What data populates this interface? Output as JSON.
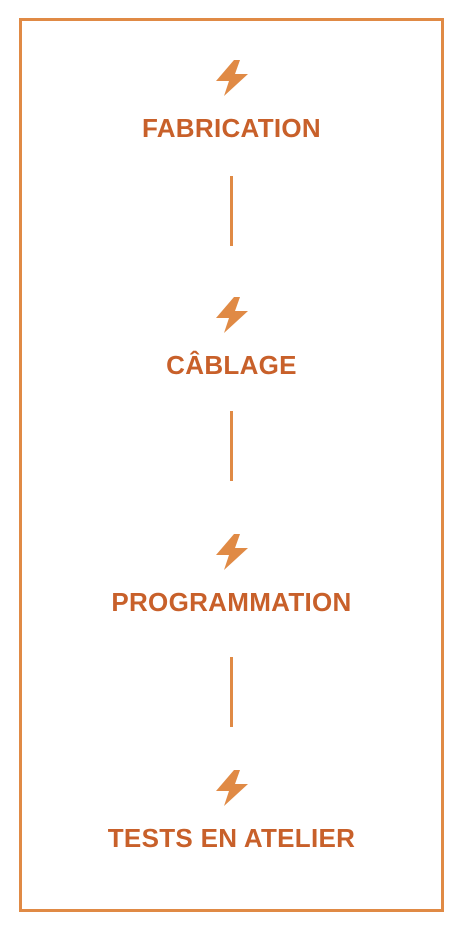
{
  "steps": [
    {
      "label": "FABRICATION",
      "icon": "lightning-bolt-icon"
    },
    {
      "label": "CÂBLAGE",
      "icon": "lightning-bolt-icon"
    },
    {
      "label": "PROGRAMMATION",
      "icon": "lightning-bolt-icon"
    },
    {
      "label": "TESTS EN ATELIER",
      "icon": "lightning-bolt-icon"
    }
  ],
  "colors": {
    "border": "#e08a45",
    "icon": "#e08a45",
    "text": "#c8602a",
    "connector": "#e08a45"
  }
}
